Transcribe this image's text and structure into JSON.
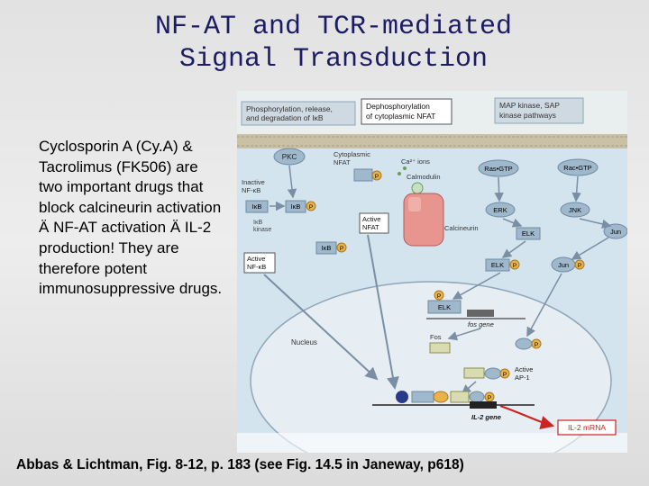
{
  "title": {
    "line1": "NF-AT and TCR-mediated",
    "line2": "Signal Transduction"
  },
  "body": {
    "part1": "Cyclosporin A (Cy.A) & Tacrolimus (FK506) are two important drugs that block calcineurin activation ",
    "arrow1": "Ä",
    "part2": " NF-AT activation ",
    "arrow2": "Ä",
    "part3": " IL-2 production! They are therefore potent immunosuppressive drugs."
  },
  "caption": "Abbas & Lichtman, Fig. 8-12, p. 183 (see Fig. 14.5 in Janeway, p618)",
  "diagram": {
    "header_left": [
      "Phosphorylation, release,",
      "and degradation of IκB"
    ],
    "header_mid": [
      "Dephosphorylation",
      "of cytoplasmic NFAT"
    ],
    "header_right": [
      "MAP kinase, SAP",
      "kinase pathways"
    ],
    "pkc": "PKC",
    "inactive_nfkb": [
      "Inactive",
      "NF-κB"
    ],
    "ikb": "IκB",
    "ikb2": "IκB",
    "ikb3": "IκB",
    "ikb_kinase": [
      "IκB",
      "kinase"
    ],
    "active_nfkb": [
      "Active",
      "NF-κB"
    ],
    "cyto_nfat": [
      "Cytoplasmic",
      "NFAT"
    ],
    "p": "P",
    "ca_ions": "Ca²⁺ ions",
    "calmodulin": "Calmodulin",
    "active_nfat": [
      "Active",
      "NFAT"
    ],
    "calcineurin": "Calcineurin",
    "ras_gtp": "Ras•GTP",
    "rac_gtp": "Rac•GTP",
    "erk": "ERK",
    "jnk": "JNK",
    "elk": "ELK",
    "elk2": "ELK",
    "elk3": "ELK",
    "jun": "Jun",
    "jun2": "Jun",
    "fos_gene": "fos gene",
    "fos": "Fos",
    "nucleus": "Nucleus",
    "active_ap1": [
      "Active",
      "AP-1"
    ],
    "il2_gene": "IL-2 gene",
    "il2_mrna": "IL-2 mRNA",
    "colors": {
      "cytoplasm": "#d4e4ee",
      "membrane": "#c9c0a5",
      "nucleus": "#e6eef3",
      "box": "#9fb8cc",
      "red": "#cc2222",
      "calcineurin": "#e8948f"
    }
  }
}
